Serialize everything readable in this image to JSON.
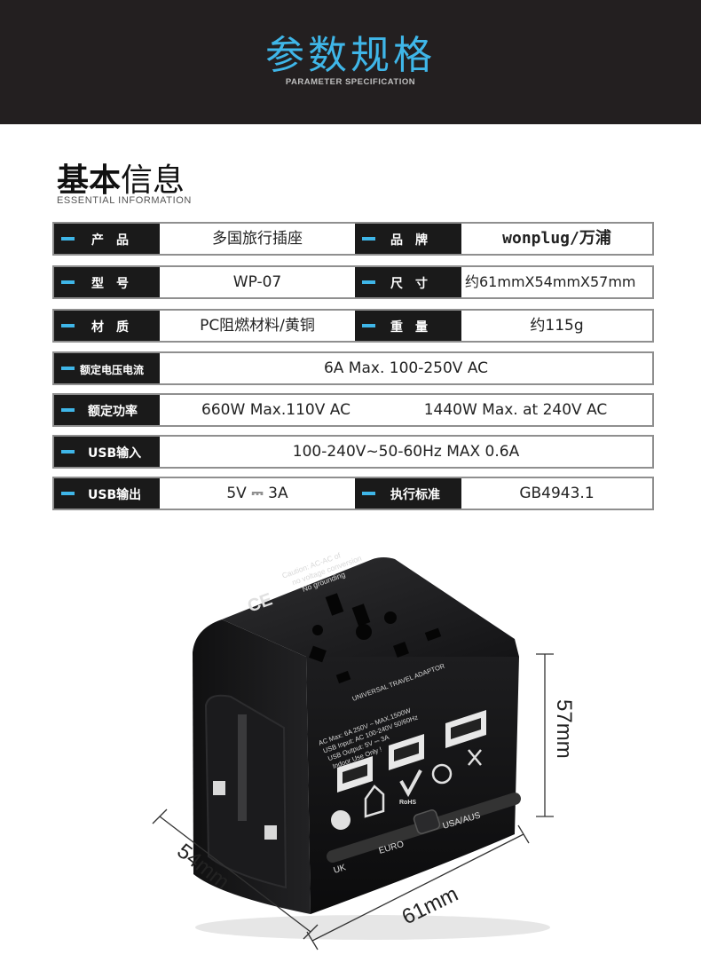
{
  "header": {
    "title": "参数规格",
    "subtitle": "PARAMETER SPECIFICATION"
  },
  "section": {
    "title_bold": "基本",
    "title_light": "信息",
    "subtitle": "ESSENTIAL INFORMATION"
  },
  "specs": {
    "product": {
      "label": "产　品",
      "value": "多国旅行插座"
    },
    "brand": {
      "label": "品　牌",
      "value": "wonplug/万浦"
    },
    "model": {
      "label": "型　号",
      "value": "WP-07"
    },
    "size": {
      "label": "尺　寸",
      "value": "约61mmX54mmX57mm"
    },
    "material": {
      "label": "材　质",
      "value": "PC阻燃材料/黄铜"
    },
    "weight": {
      "label": "重　量",
      "value": "约115g"
    },
    "rated_voltage_current": {
      "label": "额定电压电流",
      "value": "6A Max. 100-250V AC"
    },
    "rated_power": {
      "label": "额定功率",
      "value_1": "660W Max.110V AC",
      "value_2": "1440W Max. at 240V AC"
    },
    "usb_input": {
      "label": "USB输入",
      "value": "100-240V~50-60Hz MAX 0.6A"
    },
    "usb_output": {
      "label": "USB输出",
      "value": "5V ⎓ 3A"
    },
    "standard": {
      "label": "执行标准",
      "value": "GB4943.1"
    }
  },
  "product_image": {
    "caution": [
      "Caution: AC-AC of",
      "no voltage conversion",
      "No grounding"
    ],
    "ce_mark": "CE",
    "adaptor_text": "UNIVERSAL TRAVEL ADAPTOR",
    "ratings": [
      "AC Max: 6A 250V ~ MAX.1500W",
      "USB Input: AC 100-240V 50/60Hz",
      "USB Output: 5V ⎓ 3A",
      "Indoor Use Only !"
    ],
    "rohs": "RoHS",
    "slider_labels": {
      "uk": "UK",
      "euro": "EURO",
      "usa": "USA/AUS"
    },
    "dimensions": {
      "height": "57mm",
      "depth": "54mm",
      "width": "61mm"
    }
  },
  "colors": {
    "accent": "#3fb6e8",
    "header_bg": "#231f20",
    "label_bg": "#1a1a1a",
    "border": "#8f8f8f"
  }
}
